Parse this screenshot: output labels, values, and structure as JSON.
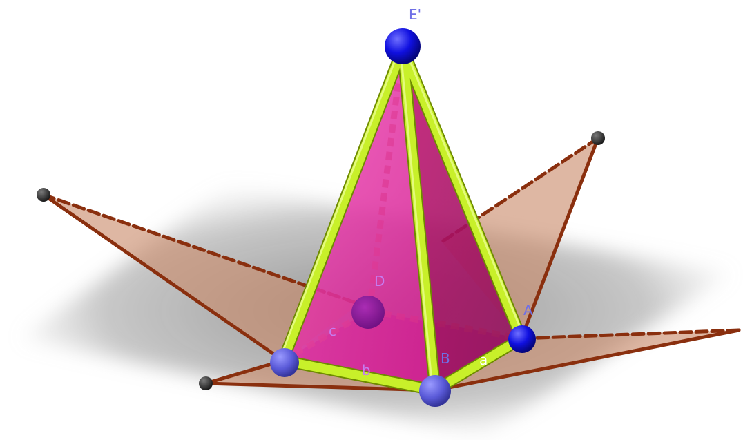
{
  "labels": {
    "apex": "E'",
    "vertex_a": "A",
    "vertex_b": "B",
    "vertex_d": "D",
    "edge_a": "a",
    "edge_b": "b",
    "edge_c": "c"
  },
  "colors": {
    "ground_shadow": "#9a9a9a",
    "net_face": "#c98a6a",
    "net_edge": "#8a2f0e",
    "pyramid_face": "#e0209a",
    "pyramid_edge": "#c8f02a",
    "vertex_point": "#1414e6",
    "net_point": "#3a3a3a",
    "label_text": "#6f6fe6"
  }
}
